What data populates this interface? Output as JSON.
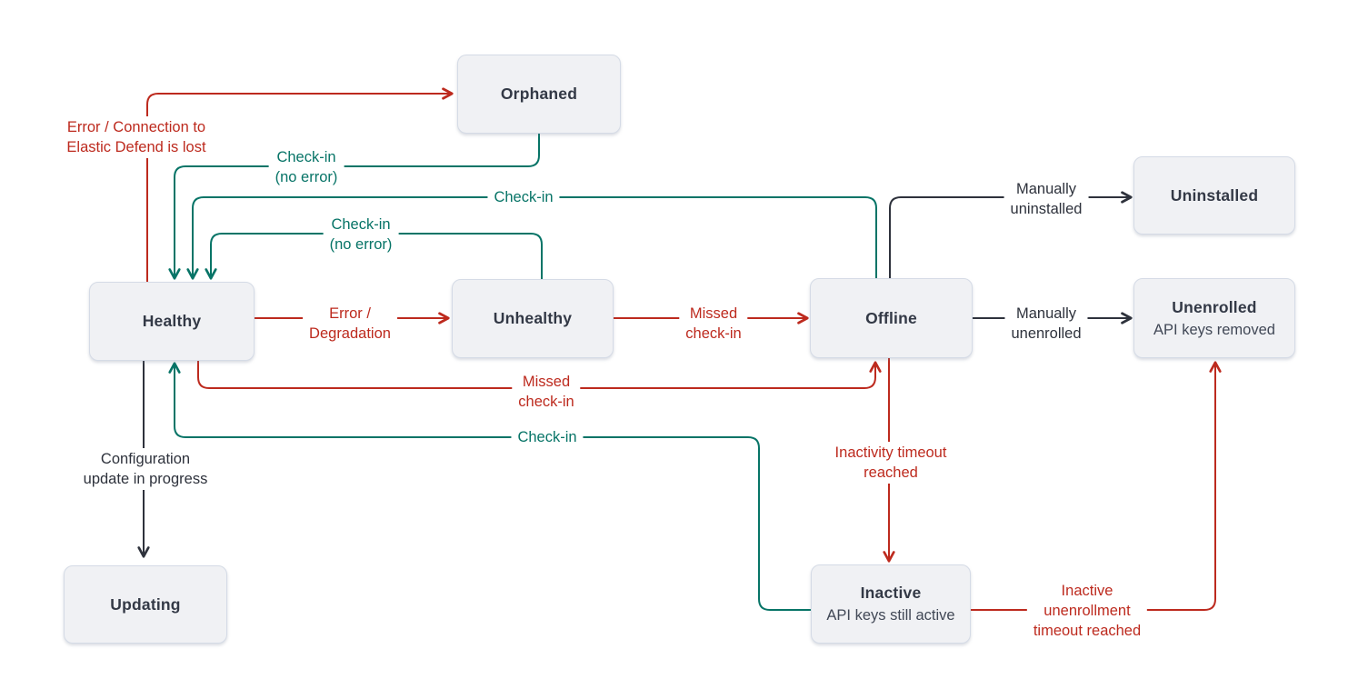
{
  "colors": {
    "red": "#bd2a1e",
    "teal": "#077467",
    "dark": "#2e323c",
    "node_fill": "#f0f1f4",
    "node_border": "#d5dbe6",
    "node_text": "#333946",
    "background": "#ffffff"
  },
  "nodes": {
    "orphaned": {
      "label": "Orphaned"
    },
    "healthy": {
      "label": "Healthy"
    },
    "unhealthy": {
      "label": "Unhealthy"
    },
    "offline": {
      "label": "Offline"
    },
    "uninstalled": {
      "label": "Uninstalled"
    },
    "unenrolled": {
      "label": "Unenrolled",
      "sublabel": "API keys removed"
    },
    "updating": {
      "label": "Updating"
    },
    "inactive": {
      "label": "Inactive",
      "sublabel": "API keys still active"
    }
  },
  "edges": {
    "healthy_orphaned": {
      "label": "Error / Connection to\nElastic Defend is lost",
      "color": "red"
    },
    "orphaned_healthy": {
      "label": "Check-in\n(no error)",
      "color": "teal"
    },
    "offline_healthy": {
      "label": "Check-in",
      "color": "teal"
    },
    "unhealthy_healthy": {
      "label": "Check-in\n(no error)",
      "color": "teal"
    },
    "healthy_unhealthy": {
      "label": "Error /\nDegradation",
      "color": "red"
    },
    "unhealthy_offline": {
      "label": "Missed\ncheck-in",
      "color": "red"
    },
    "offline_uninstalled": {
      "label": "Manually\nuninstalled",
      "color": "dark"
    },
    "offline_unenrolled": {
      "label": "Manually\nunenrolled",
      "color": "dark"
    },
    "healthy_offline": {
      "label": "Missed\ncheck-in",
      "color": "red"
    },
    "inactive_healthy": {
      "label": "Check-in",
      "color": "teal"
    },
    "offline_inactive": {
      "label": "Inactivity timeout\nreached",
      "color": "red"
    },
    "healthy_updating": {
      "label": "Configuration\nupdate in progress",
      "color": "dark"
    },
    "inactive_unenrolled": {
      "label": "Inactive\nunenrollment\ntimeout reached",
      "color": "red"
    }
  }
}
